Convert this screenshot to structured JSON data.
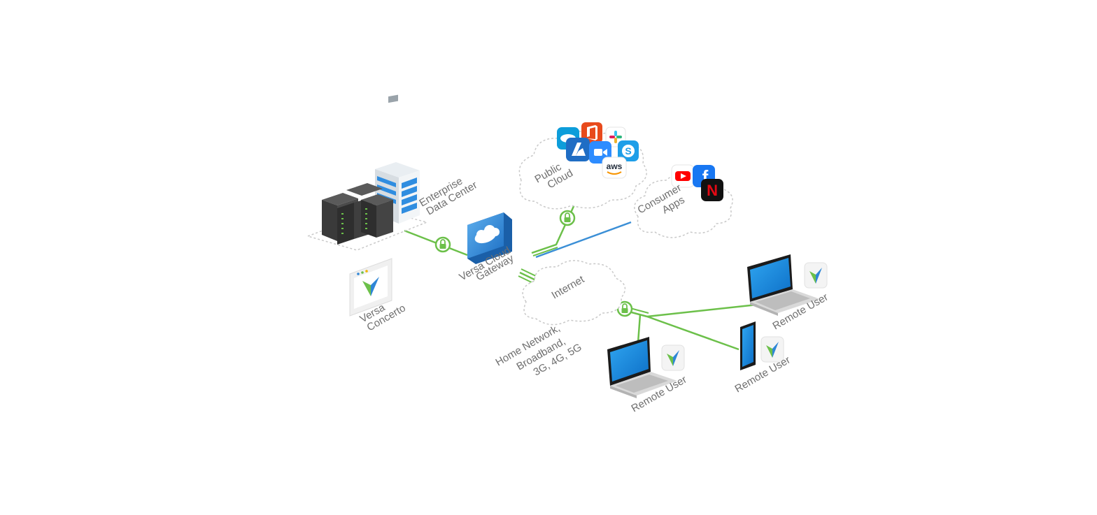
{
  "labels": {
    "enterprise_line1": "Enterprise",
    "enterprise_line2": "Data Center",
    "public_cloud_line1": "Public",
    "public_cloud_line2": "Cloud",
    "consumer_line1": "Consumer",
    "consumer_line2": "Apps",
    "gateway_line1": "Versa Cloud",
    "gateway_line2": "Gateway",
    "internet": "Internet",
    "concerto_line1": "Versa",
    "concerto_line2": "Concerto",
    "home_line1": "Home Network,",
    "home_line2": "Broadband,",
    "home_line3": "3G, 4G, 5G",
    "remote_user_laptop_left": "Remote User",
    "remote_user_phone": "Remote User",
    "remote_user_laptop_right": "Remote User",
    "aws_logo_text": "aws"
  },
  "icons": {
    "public_cloud_apps": [
      "salesforce-icon",
      "office365-icon",
      "azure-icon",
      "zoom-icon",
      "slack-icon",
      "skype-icon",
      "aws-icon"
    ],
    "consumer_apps": [
      "youtube-icon",
      "facebook-icon",
      "netflix-icon"
    ]
  },
  "colors": {
    "secure_link": "#6cc04a",
    "direct_link": "#3b8fd6",
    "label_text": "#6f6f6f",
    "cloud_outline": "#c9c9c9",
    "gateway_blue": "#2f86d6"
  }
}
